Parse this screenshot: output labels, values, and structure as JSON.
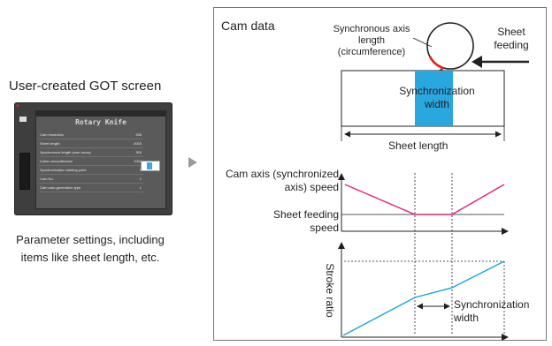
{
  "left_panel": {
    "title": "User-created GOT screen",
    "caption": "Parameter settings, including items like sheet length, etc.",
    "got_screen": {
      "title": "Rotary Knife",
      "rows": [
        {
          "label": "Cam resolution",
          "value": "256"
        },
        {
          "label": "Sheet length",
          "value": "2000"
        },
        {
          "label": "Synchronous length (sum arrow)",
          "value": "300"
        },
        {
          "label": "Cutter circumference",
          "value": "1000"
        },
        {
          "label": "Synchronization starting point",
          "value": "0"
        },
        {
          "label": "Cam No.",
          "value": "1"
        },
        {
          "label": "Cam auto-generation type",
          "value": "1"
        }
      ]
    }
  },
  "cam_data": {
    "title": "Cam data",
    "labels": {
      "synchronous_axis_length": "Synchronous axis length (circumference)",
      "sheet_feeding": "Sheet feeding",
      "synchronization_width_top": "Synchronization width",
      "sheet_length": "Sheet length",
      "cam_axis_speed": "Cam axis (synchronized axis) speed",
      "sheet_feeding_speed": "Sheet feeding speed",
      "stroke_ratio": "Stroke ratio",
      "synchronization_width_bottom": "Synchronization width"
    },
    "colors": {
      "speed_line": "#e0247b",
      "stroke_line": "#1aa3dc",
      "sync_band": "#29a7df",
      "red_arc": "#e2231a"
    }
  }
}
